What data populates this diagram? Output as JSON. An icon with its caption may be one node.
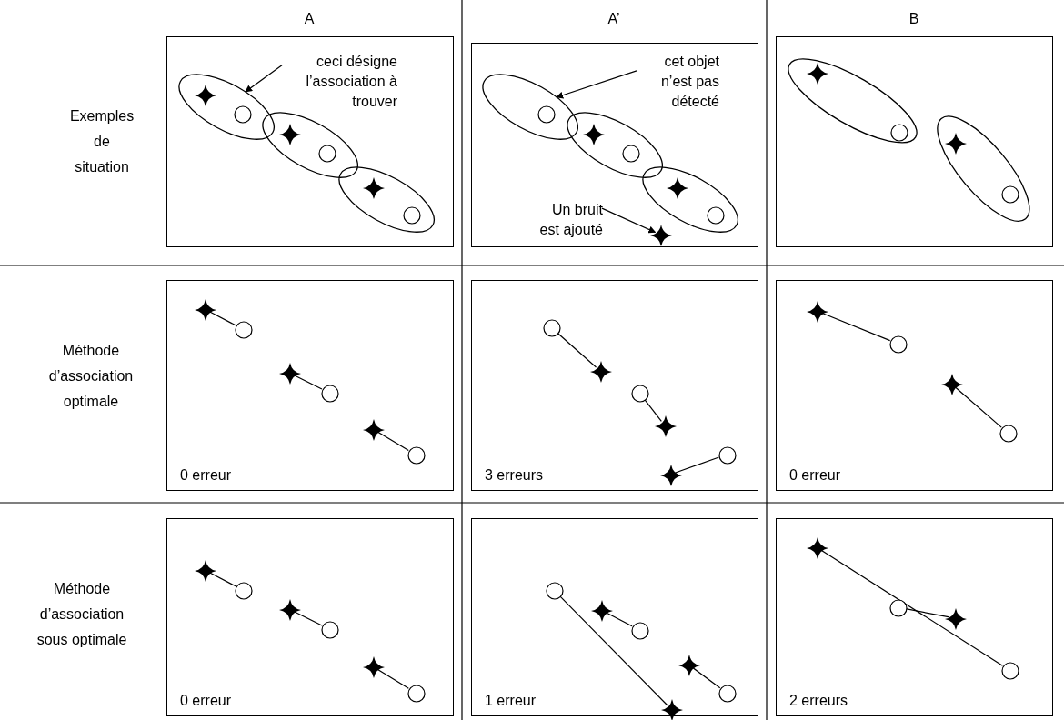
{
  "diagram": {
    "nodes": [
      {
        "text": [],
        "shape": "box"
      },
      {
        "text": [
          "ceci désigne l’association à trouver"
        ],
        "in": 0
      },
      {
        "text": [],
        "shape": "ellipse",
        "in": 0
      },
      {
        "text": [],
        "shape": "star",
        "in": 2
      },
      {
        "text": [],
        "shape": "circle",
        "in": 2
      },
      {
        "text": [],
        "shape": "ellipse",
        "in": 0
      },
      {
        "text": [],
        "shape": "star",
        "in": 5
      },
      {
        "text": [],
        "shape": "circle",
        "in": 5
      },
      {
        "text": [],
        "shape": "ellipse",
        "in": 0
      },
      {
        "text": [],
        "shape": "star",
        "in": 8
      },
      {
        "text": [],
        "shape": "circle",
        "in": 8
      },
      {
        "text": [],
        "shape": "box"
      },
      {
        "text": [
          "cet objet n’est pas détecté"
        ],
        "in": 11
      },
      {
        "text": [],
        "shape": "ellipse",
        "in": 11
      },
      {
        "text": [],
        "shape": "circle",
        "in": 13
      },
      {
        "text": [],
        "shape": "ellipse",
        "in": 11
      },
      {
        "text": [],
        "shape": "star",
        "in": 15
      },
      {
        "text": [],
        "shape": "circle",
        "in": 15
      },
      {
        "text": [],
        "shape": "ellipse",
        "in": 11
      },
      {
        "text": [],
        "shape": "star",
        "in": 18
      },
      {
        "text": [],
        "shape": "circle",
        "in": 18
      },
      {
        "text": [
          "Un bruit est ajouté"
        ],
        "in": 11
      },
      {
        "text": [],
        "shape": "star",
        "in": 11
      },
      {
        "text": [],
        "shape": "box"
      },
      {
        "text": [],
        "shape": "ellipse",
        "in": 23
      },
      {
        "text": [],
        "shape": "star",
        "in": 24
      },
      {
        "text": [],
        "shape": "circle",
        "in": 24
      },
      {
        "text": [],
        "shape": "ellipse",
        "in": 23
      },
      {
        "text": [],
        "shape": "star",
        "in": 27
      },
      {
        "text": [],
        "shape": "circle",
        "in": 27
      },
      {
        "text": [
          "0 erreur"
        ]
      },
      {
        "text": [],
        "shape": "star",
        "in": 30
      },
      {
        "text": [],
        "shape": "circle",
        "in": 30
      },
      {
        "text": [],
        "shape": "star",
        "in": 30
      },
      {
        "text": [],
        "shape": "circle",
        "in": 30
      },
      {
        "text": [],
        "shape": "star",
        "in": 30
      },
      {
        "text": [],
        "shape": "circle",
        "in": 30
      },
      {
        "text": [
          "3 erreurs"
        ]
      },
      {
        "text": [],
        "shape": "circle",
        "in": 37
      },
      {
        "text": [],
        "shape": "star",
        "in": 37
      },
      {
        "text": [],
        "shape": "circle",
        "in": 37
      },
      {
        "text": [],
        "shape": "star",
        "in": 37
      },
      {
        "text": [],
        "shape": "circle",
        "in": 37
      },
      {
        "text": [],
        "shape": "star",
        "in": 37
      },
      {
        "text": [
          "0 erreur"
        ]
      },
      {
        "text": [],
        "shape": "star",
        "in": 44
      },
      {
        "text": [],
        "shape": "circle",
        "in": 44
      },
      {
        "text": [],
        "shape": "star",
        "in": 44
      },
      {
        "text": [],
        "shape": "circle",
        "in": 44
      },
      {
        "text": [
          "0 erreur"
        ]
      },
      {
        "text": [],
        "shape": "star",
        "in": 49
      },
      {
        "text": [],
        "shape": "circle",
        "in": 49
      },
      {
        "text": [],
        "shape": "star",
        "in": 49
      },
      {
        "text": [],
        "shape": "circle",
        "in": 49
      },
      {
        "text": [],
        "shape": "star",
        "in": 49
      },
      {
        "text": [],
        "shape": "circle",
        "in": 49
      },
      {
        "text": [
          "1 erreur"
        ]
      },
      {
        "text": [],
        "shape": "circle",
        "in": 56
      },
      {
        "text": [],
        "shape": "star",
        "in": 56
      },
      {
        "text": [],
        "shape": "circle",
        "in": 56
      },
      {
        "text": [],
        "shape": "star",
        "in": 56
      },
      {
        "text": [],
        "shape": "circle",
        "in": 56
      },
      {
        "text": [],
        "shape": "star",
        "in": 56
      },
      {
        "text": [
          "2 erreurs"
        ]
      },
      {
        "text": [],
        "shape": "star",
        "in": 63
      },
      {
        "text": [],
        "shape": "circle",
        "in": 63
      },
      {
        "text": [],
        "shape": "star",
        "in": 63
      },
      {
        "text": [],
        "shape": "circle",
        "in": 63
      }
    ],
    "edges": [
      {
        "from": 1,
        "to": 2,
        "arrow": "to"
      },
      {
        "from": 12,
        "to": 13,
        "arrow": "to"
      },
      {
        "from": 21,
        "to": 22,
        "arrow": "to"
      },
      {
        "from": 31,
        "to": 32,
        "arrow": "none"
      },
      {
        "from": 33,
        "to": 34,
        "arrow": "none"
      },
      {
        "from": 35,
        "to": 36,
        "arrow": "none"
      },
      {
        "from": 38,
        "to": 39,
        "arrow": "none"
      },
      {
        "from": 40,
        "to": 41,
        "arrow": "none"
      },
      {
        "from": 42,
        "to": 43,
        "arrow": "none"
      },
      {
        "from": 45,
        "to": 46,
        "arrow": "none"
      },
      {
        "from": 47,
        "to": 48,
        "arrow": "none"
      },
      {
        "from": 50,
        "to": 51,
        "arrow": "none"
      },
      {
        "from": 52,
        "to": 53,
        "arrow": "none"
      },
      {
        "from": 54,
        "to": 55,
        "arrow": "none"
      },
      {
        "from": 57,
        "to": 62,
        "arrow": "none"
      },
      {
        "from": 58,
        "to": 59,
        "arrow": "none"
      },
      {
        "from": 60,
        "to": 61,
        "arrow": "none"
      },
      {
        "from": 64,
        "to": 67,
        "arrow": "none"
      },
      {
        "from": 65,
        "to": 66,
        "arrow": "none"
      }
    ],
    "labels": [
      "A",
      "A’",
      "B",
      "Exemples de situation",
      "Méthode d’association optimale",
      "Méthode d’association sous optimale"
    ]
  }
}
